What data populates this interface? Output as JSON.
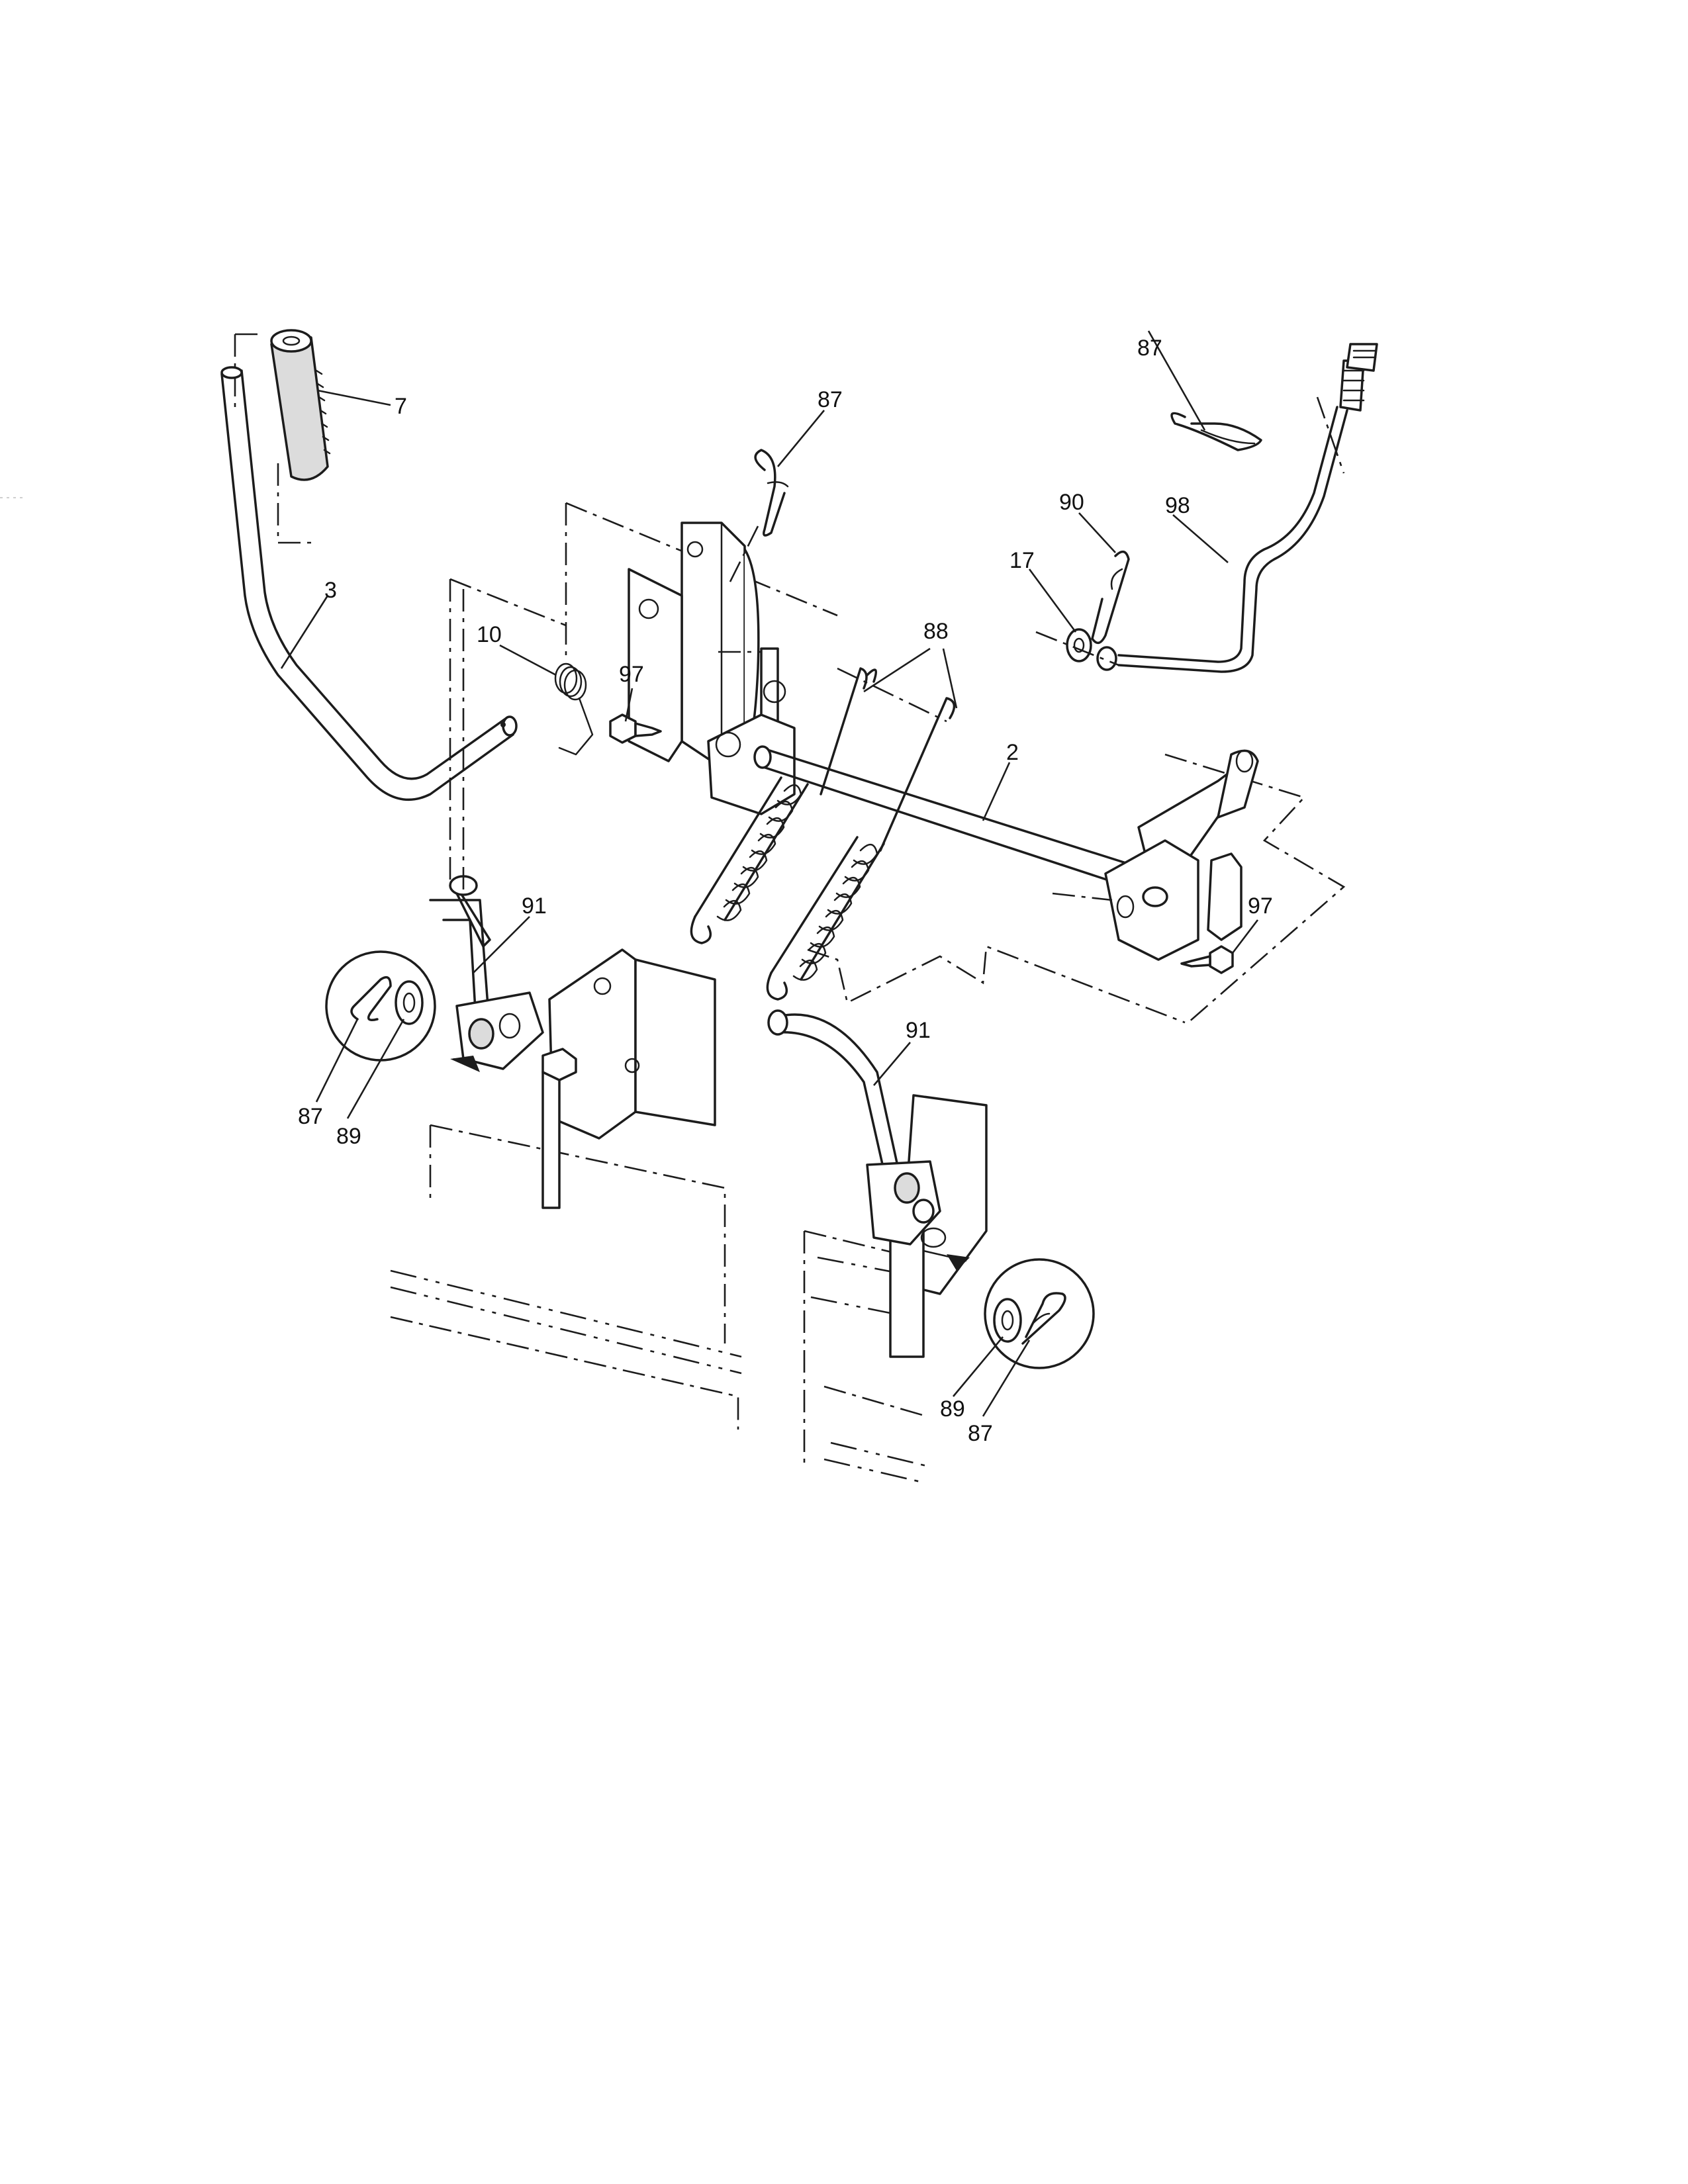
{
  "callouts": {
    "c7": "7",
    "c3": "3",
    "c87_top": "87",
    "c87_right": "87",
    "c90": "90",
    "c98": "98",
    "c17": "17",
    "c10": "10",
    "c97_left": "97",
    "c88": "88",
    "c2": "2",
    "c97_right": "97",
    "c91_left": "91",
    "c87_left": "87",
    "c89_left": "89",
    "c91_right": "91",
    "c89_right": "89",
    "c87_bottom": "87"
  }
}
